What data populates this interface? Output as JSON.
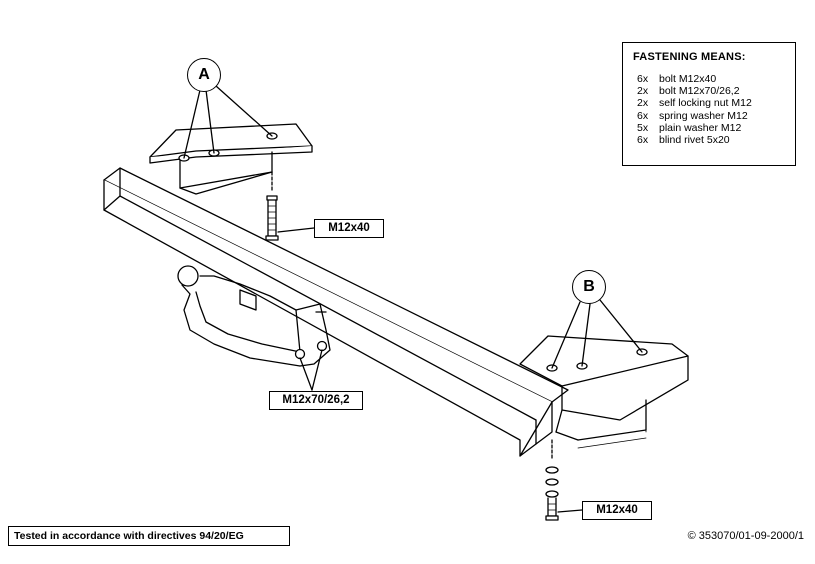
{
  "fastening": {
    "title": "FASTENING MEANS:",
    "items": [
      {
        "qty": "6x",
        "desc": "bolt M12x40"
      },
      {
        "qty": "2x",
        "desc": "bolt M12x70/26,2"
      },
      {
        "qty": "2x",
        "desc": "self locking nut M12"
      },
      {
        "qty": "6x",
        "desc": "spring washer M12"
      },
      {
        "qty": "5x",
        "desc": "plain washer M12"
      },
      {
        "qty": "6x",
        "desc": "blind rivet 5x20"
      }
    ]
  },
  "labels": {
    "a": "A",
    "b": "B",
    "bolt_top": "M12x40",
    "bolt_mid": "M12x70/26,2",
    "bolt_bottom": "M12x40"
  },
  "footer": {
    "tested": "Tested in accordance with directives 94/20/EG",
    "doc_id": "© 353070/01-09-2000/1"
  }
}
